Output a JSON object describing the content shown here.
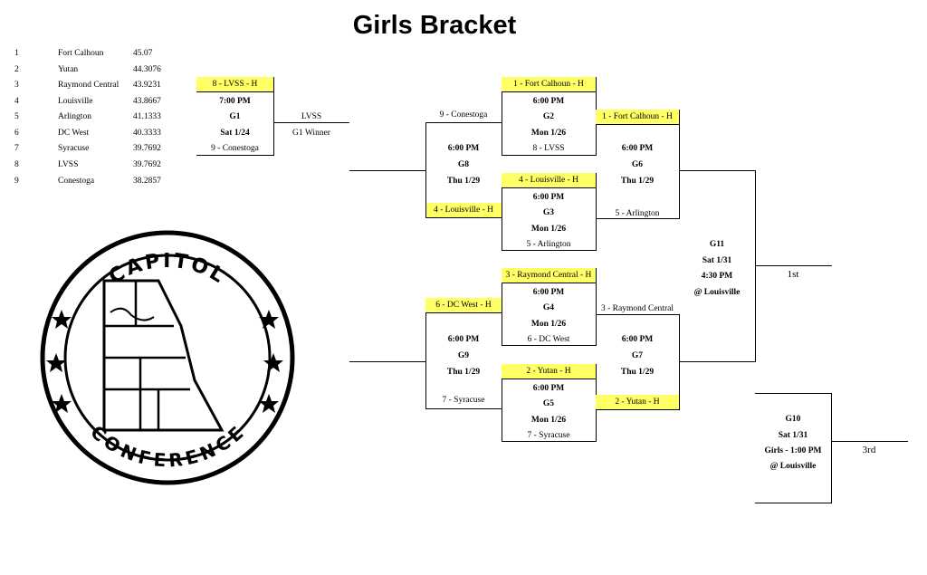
{
  "title": "Girls Bracket",
  "seeds": [
    {
      "num": "1",
      "team": "Fort Calhoun",
      "score": "45.07"
    },
    {
      "num": "2",
      "team": "Yutan",
      "score": "44.3076"
    },
    {
      "num": "3",
      "team": "Raymond Central",
      "score": "43.9231"
    },
    {
      "num": "4",
      "team": "Louisville",
      "score": "43.8667"
    },
    {
      "num": "5",
      "team": "Arlington",
      "score": "41.1333"
    },
    {
      "num": "6",
      "team": "DC West",
      "score": "40.3333"
    },
    {
      "num": "7",
      "team": "Syracuse",
      "score": "39.7692"
    },
    {
      "num": "8",
      "team": "LVSS",
      "score": "39.7692"
    },
    {
      "num": "9",
      "team": "Conestoga",
      "score": "38.2857"
    }
  ],
  "logo": {
    "top_text": "CAPITOL",
    "bottom_text": "CONFERENCE"
  },
  "g1": {
    "top": "8 - LVSS - H",
    "time": "7:00 PM",
    "game": "G1",
    "date": "Sat 1/24",
    "bottom": "9 - Conestoga",
    "winner": "LVSS",
    "winner_sub": "G1 Winner"
  },
  "g2": {
    "top": "1 - Fort Calhoun - H",
    "time": "6:00 PM",
    "game": "G2",
    "date": "Mon 1/26",
    "bottom": "8 - LVSS"
  },
  "g3": {
    "top": "4 - Louisville - H",
    "time": "6:00 PM",
    "game": "G3",
    "date": "Mon 1/26",
    "bottom": "5 - Arlington"
  },
  "g4": {
    "top": "3 - Raymond Central - H",
    "time": "6:00 PM",
    "game": "G4",
    "date": "Mon 1/26",
    "bottom": "6 - DC West"
  },
  "g5": {
    "top": "2 - Yutan - H",
    "time": "6:00 PM",
    "game": "G5",
    "date": "Mon 1/26",
    "bottom": "7 - Syracuse"
  },
  "g8": {
    "top": "9 - Conestoga",
    "time": "6:00 PM",
    "game": "G8",
    "date": "Thu 1/29",
    "bottom": "4 - Louisville - H"
  },
  "g9": {
    "top": "6 - DC West - H",
    "time": "6:00 PM",
    "game": "G9",
    "date": "Thu 1/29",
    "bottom": "7 - Syracuse"
  },
  "g6": {
    "top": "1 - Fort Calhoun - H",
    "time": "6:00 PM",
    "game": "G6",
    "date": "Thu 1/29",
    "bottom": "5 - Arlington"
  },
  "g7": {
    "top": "3 - Raymond Central",
    "time": "6:00 PM",
    "game": "G7",
    "date": "Thu 1/29",
    "bottom": "2 - Yutan - H"
  },
  "g11": {
    "game": "G11",
    "date": "Sat 1/31",
    "time": "4:30 PM",
    "location": "@ Louisville",
    "result": "1st"
  },
  "g10": {
    "game": "G10",
    "date": "Sat 1/31",
    "time": "Girls - 1:00 PM",
    "location": "@ Louisville",
    "result": "3rd"
  },
  "colors": {
    "highlight": "#ffff66"
  }
}
